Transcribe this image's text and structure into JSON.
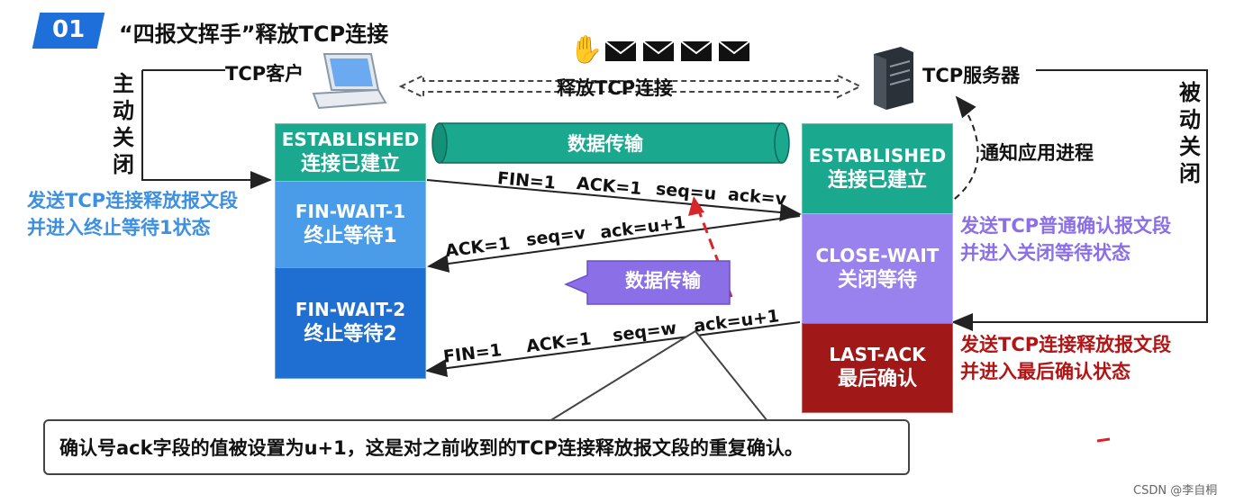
{
  "header": {
    "badge": "01",
    "title": "“四报文挥手”释放TCP连接"
  },
  "client": {
    "label": "TCP客户",
    "active_close": "主动关闭"
  },
  "server": {
    "label": "TCP服务器",
    "passive_close": "被动关闭",
    "notify": "通知应用进程"
  },
  "release_label": "释放TCP连接",
  "data_transfer_label": "数据传输",
  "client_states": [
    {
      "en": "ESTABLISHED",
      "cn": "连接已建立"
    },
    {
      "en": "FIN-WAIT-1",
      "cn": "终止等待1"
    },
    {
      "en": "FIN-WAIT-2",
      "cn": "终止等待2"
    }
  ],
  "server_states": [
    {
      "en": "ESTABLISHED",
      "cn": "连接已建立"
    },
    {
      "en": "CLOSE-WAIT",
      "cn": "关闭等待"
    },
    {
      "en": "LAST-ACK",
      "cn": "最后确认"
    }
  ],
  "segments": {
    "seg1": [
      "FIN=1",
      "ACK=1",
      "seq=u",
      "ack=v"
    ],
    "seg2": [
      "ACK=1",
      "seq=v",
      "ack=u+1"
    ],
    "seg3": [
      "FIN=1",
      "ACK=1",
      "seq=w",
      "ack=u+1"
    ]
  },
  "notes": {
    "client_send": [
      "发送TCP连接释放报文段",
      "并进入终止等待1状态"
    ],
    "server_ack": [
      "发送TCP普通确认报文段",
      "并进入关闭等待状态"
    ],
    "server_fin": [
      "发送TCP连接释放报文段",
      "并进入最后确认状态"
    ]
  },
  "callout": "确认号ack字段的值被设置为u+1，这是对之前收到的TCP连接释放报文段的重复确认。",
  "watermark": "CSDN @李自桐",
  "colors": {
    "teal": "#1aa88e",
    "blue_light": "#4a9be8",
    "blue_dark": "#1f6fd3",
    "purple": "#9a82ee",
    "dark_red": "#a01818",
    "accent_blue": "#1e6fd9"
  }
}
